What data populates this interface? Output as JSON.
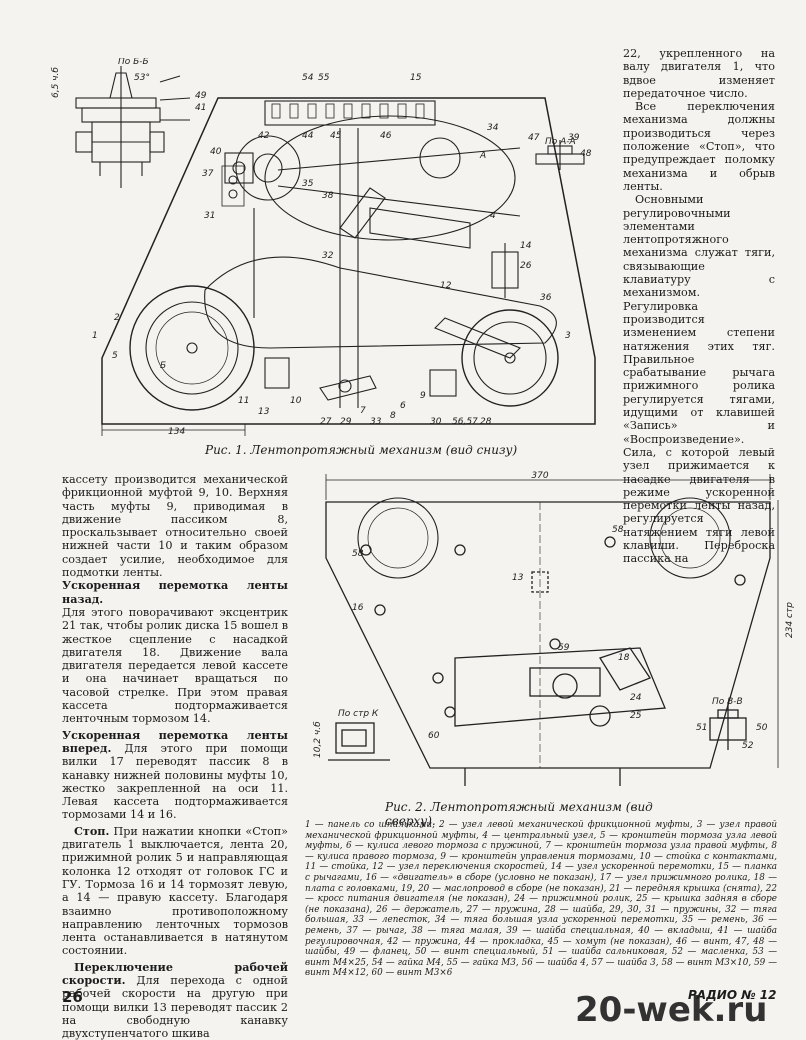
{
  "page_number": "26",
  "journal": "РАДИО № 12",
  "watermark": "20-wek.ru",
  "fig1": {
    "caption": "Рис. 1. Лентопротяжный механизм (вид снизу)",
    "section_bb": "По Б-Б",
    "section_aa": "По А-А",
    "dims": [
      "6,5 ч.б",
      "53°",
      "134",
      "54",
      "55",
      "15"
    ],
    "labels": [
      "42",
      "44",
      "45",
      "46",
      "34",
      "47",
      "39",
      "48",
      "40",
      "37",
      "35",
      "31",
      "32",
      "38",
      "4",
      "14",
      "26",
      "36",
      "3",
      "12",
      "2",
      "1",
      "5",
      "6",
      "7",
      "8",
      "9",
      "27",
      "29",
      "33",
      "28",
      "30",
      "56,57",
      "10",
      "11",
      "13",
      "41",
      "49",
      "А",
      "Б"
    ]
  },
  "fig2": {
    "caption": "Рис. 2. Лентопротяжный механизм (вид сверху).",
    "dim_width": "370",
    "dim_height": "234 стр",
    "section_k": "По стр К",
    "section_bb": "По В-В",
    "dim_small": "10,2 ч.б",
    "labels": [
      "58",
      "58",
      "16",
      "13",
      "59",
      "18",
      "60",
      "24",
      "25",
      "50",
      "51",
      "52"
    ]
  },
  "col_right_top": [
    {
      "text": "22, укрепленного на валу двигателя 1, что вдвое изменяет передаточное число.",
      "indent": false
    },
    {
      "text": "Все переключения механизма должны производиться через положение «Стоп», что предупреждает поломку механизма и обрыв ленты.",
      "indent": true
    },
    {
      "text": "Основными регулировочными элементами лентопротяжного механизма служат тяги, связывающие клавиатуру с механизмом. Регулировка производится изменением степени натяжения этих тяг. Правильное срабатывание рычага прижимного ролика регулируется тягами, идущими от клавишей «Запись» и «Воспроизведение». Сила, с которой левый узел прижимается к насадке двигателя в режиме ускоренной перемотки ленты назад, регулируется натяжением тяги левой клавиши. Переброска пассика на",
      "indent": true
    }
  ],
  "col_left": [
    {
      "text": "кассету производится механической фрикционной муфтой 9, 10. Верхняя часть муфты 9, приводимая в движение пассиком 8, проскальзывает относительно своей нижней части 10 и таким образом создает усилие, необходимое для подмотки ленты.",
      "indent": false,
      "head": ""
    },
    {
      "text": "Для этого поворачивают эксцентрик 21 так, чтобы ролик диска 15 вошел в жесткое сцепление с насадкой двигателя 18. Движение вала двигателя передается левой кассете и она начинает вращаться по часовой стрелке. При этом правая кассета подтормаживается ленточным тормозом 14.",
      "indent": false,
      "head": "Ускоренная перемотка ленты назад."
    },
    {
      "text": "Для этого при помощи вилки 17 переводят пассик 8 в канавку нижней половины муфты 10, жестко закрепленной на оси 11. Левая кассета подтормаживается тормозами 14 и 16.",
      "indent": false,
      "head": "Ускоренная перемотка ленты вперед."
    },
    {
      "text": "При нажатии кнопки «Стоп» двигатель 1 выключается, лента 20, прижимной ролик 5 и направляющая колонка 12 отходят от головок ГС и ГУ. Тормоза 16 и 14 тормозят левую, а 14 — правую кассету. Благодаря взаимно противоположному направлению ленточных тормозов лента останавливается в натянутом состоянии.",
      "indent": true,
      "head": "Стоп."
    },
    {
      "text": "Для перехода с одной рабочей скорости на другую при помощи вилки 13 переводят пассик 2 на свободную канавку двухступенчатого шкива",
      "indent": true,
      "head": "Переключение рабочей скорости."
    }
  ],
  "legend": "1 — панель со шпильками, 2 — узел левой механической фрикционной муфты, 3 — узел правой механической фрикционной муфты, 4 — центральный узел, 5 — кронштейн тормоза узла левой муфты, 6 — кулиса левого тормоза с пружиной, 7 — кронштейн тормоза узла правой муфты, 8 — кулиса правого тормоза, 9 — кронштейн управления тормозами, 10 — стойка с контактами, 11 — стойка, 12 — узел переключения скоростей, 14 — узел ускоренной перемотки, 15 — планка с рычагами, 16 — «двигатель» в сборе (условно не показан), 17 — узел прижимного ролика, 18 — плата с головками, 19, 20 — маслопровод в сборе (не показан), 21 — передняя крышка (снята), 22 — кросс питания двигателя (не показан), 24 — прижимной ролик, 25 — крышка задняя в сборе (не показана), 26 — держатель, 27 — пружина, 28 — шайба, 29, 30, 31 — пружины, 32 — тяга большая, 33 — лепесток, 34 — тяга большая узла ускоренной перемотки, 35 — ремень, 36 — ремень, 37 — рычаг, 38 — тяга малая, 39 — шайба специальная, 40 — вкладыш, 41 — шайба регулировочная, 42 — пружина, 44 — прокладка, 45 — хомут (не показан), 46 — винт, 47, 48 — шайбы, 49 — фланец, 50 — винт специальный, 51 — шайба сальниковая, 52 — масленка, 53 — винт М4×25, 54 — гайка М4, 55 — гайка М3, 56 — шайба 4, 57 — шайба 3, 58 — винт М3×10, 59 — винт М4×12, 60 — винт М3×6"
}
